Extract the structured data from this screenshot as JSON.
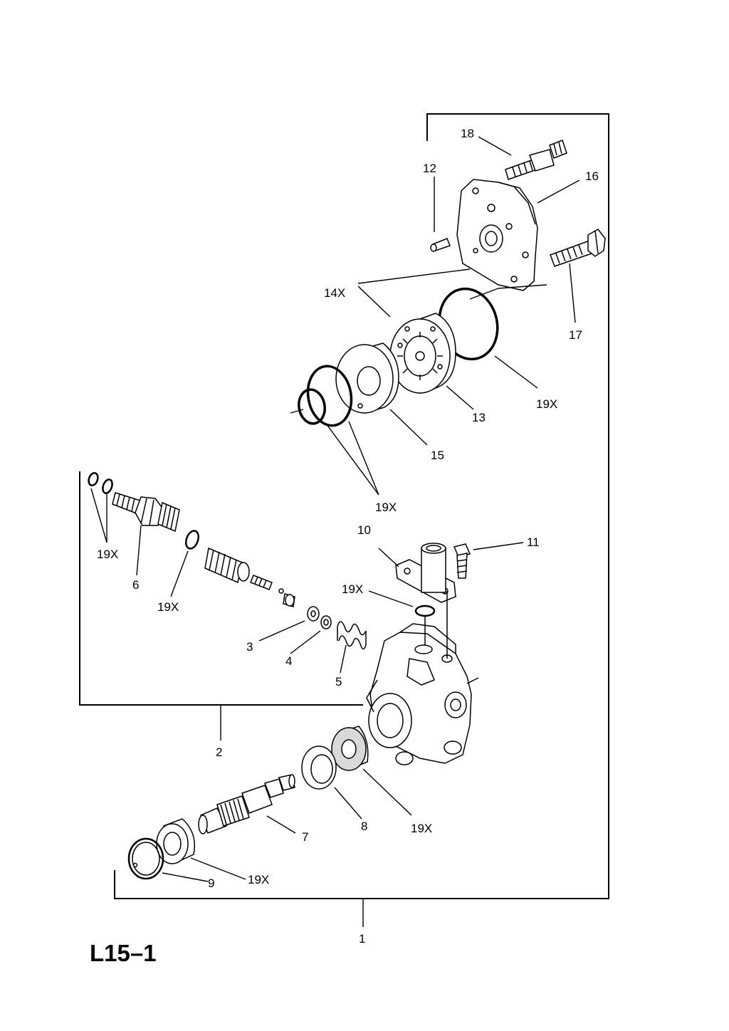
{
  "diagram_code": "L15–1",
  "labels": {
    "p1": "1",
    "p2": "2",
    "p3": "3",
    "p4": "4",
    "p5": "5",
    "p6": "6",
    "p7": "7",
    "p8": "8",
    "p9": "9",
    "p10": "10",
    "p11": "11",
    "p12": "12",
    "p13": "13",
    "p14": "14X",
    "p15": "15",
    "p16": "16",
    "p17": "17",
    "p18": "18",
    "p19a": "19X",
    "p19b": "19X",
    "p19c": "19X",
    "p19d": "19X",
    "p19e": "19X",
    "p19f": "19X",
    "p19g": "19X"
  }
}
